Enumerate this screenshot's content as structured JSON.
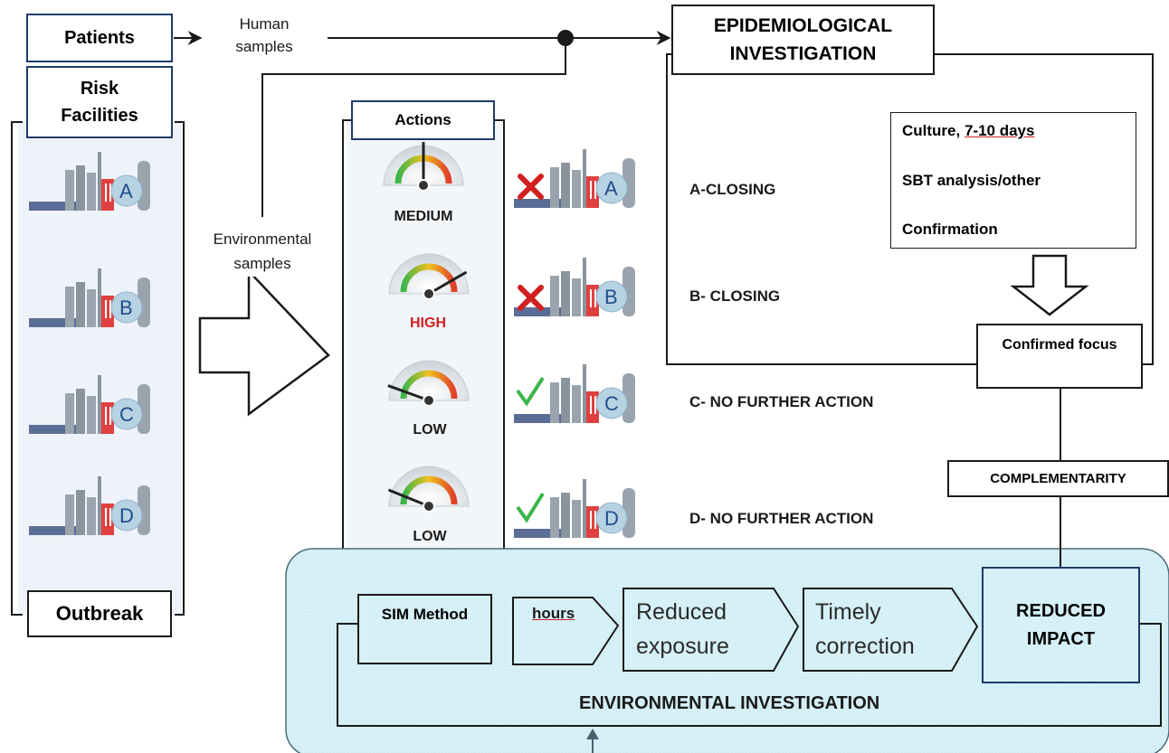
{
  "diagram": {
    "patients": "Patients",
    "human_samples": "Human\nsamples",
    "epi_title": "EPIDEMIOLOGICAL\nINVESTIGATION",
    "risk_facilities": "Risk\nFacilities",
    "outbreak": "Outbreak",
    "environmental_samples": "Environmental\nsamples",
    "actions": "Actions",
    "gauges": [
      {
        "label": "MEDIUM",
        "color": "#1a1a1a"
      },
      {
        "label": "HIGH",
        "color": "#d02020"
      },
      {
        "label": "LOW",
        "color": "#1a1a1a"
      },
      {
        "label": "LOW",
        "color": "#1a1a1a"
      }
    ],
    "facility_letters": [
      "A",
      "B",
      "C",
      "D"
    ],
    "outcomes": [
      "A-CLOSING",
      "B- CLOSING",
      "C- NO FURTHER ACTION",
      "D- NO FURTHER ACTION"
    ],
    "lab_steps": {
      "culture_prefix": "Culture, ",
      "culture_duration": "7-10 days",
      "sbt": "SBT analysis/other",
      "confirmation": "Confirmation"
    },
    "confirmed_focus": "Confirmed focus",
    "complementarity": "COMPLEMENTARITY",
    "sim_method": "SIM Method",
    "hours": "hours",
    "reduced_exposure": "Reduced\nexposure",
    "timely_correction": "Timely\ncorrection",
    "reduced_impact": "REDUCED\nIMPACT",
    "environmental_investigation": "ENVIRONMENTAL INVESTIGATION"
  },
  "colors": {
    "navy": "#1f3b68",
    "env_panel": "#d7f1f7",
    "facility_panel": "#eef3f9",
    "red": "#d02020",
    "green": "#3bb54a"
  }
}
